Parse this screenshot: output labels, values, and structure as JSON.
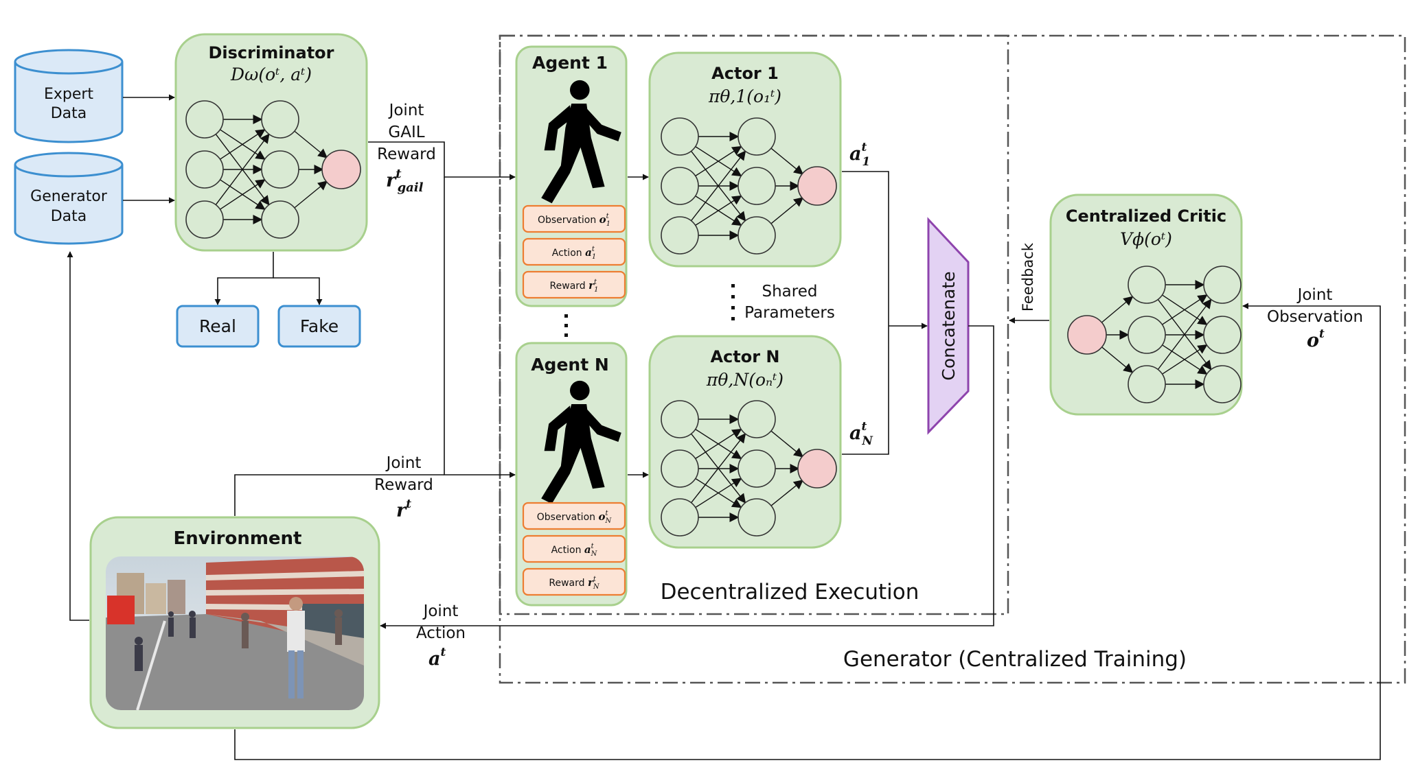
{
  "discriminator": {
    "title": "Discriminator",
    "formula": "Dω(oᵗ, aᵗ)",
    "inputs": [
      "Expert Data",
      "Generator Data"
    ],
    "outputs": [
      "Real",
      "Fake"
    ]
  },
  "expert_data": {
    "line1": "Expert",
    "line2": "Data"
  },
  "generator_data": {
    "line1": "Generator",
    "line2": "Data"
  },
  "real_label": "Real",
  "fake_label": "Fake",
  "gail_reward": {
    "line1": "Joint",
    "line2": "GAIL",
    "line3": "Reward",
    "symbol": "r",
    "sup": "t",
    "sub": "gail"
  },
  "joint_reward": {
    "line1": "Joint",
    "line2": "Reward",
    "symbol": "r",
    "sup": "t"
  },
  "joint_action": {
    "line1": "Joint",
    "line2": "Action",
    "symbol": "a",
    "sup": "t"
  },
  "joint_observation": {
    "line1": "Joint",
    "line2": "Observation",
    "symbol": "o",
    "sup": "t"
  },
  "environment": {
    "title": "Environment"
  },
  "agent1": {
    "title": "Agent 1",
    "fields": [
      {
        "label": "Observation",
        "sym": "o",
        "sup": "t",
        "sub": "1"
      },
      {
        "label": "Action",
        "sym": "a",
        "sup": "t",
        "sub": "1"
      },
      {
        "label": "Reward",
        "sym": "r",
        "sup": "t",
        "sub": "1"
      }
    ]
  },
  "agentN": {
    "title": "Agent N",
    "fields": [
      {
        "label": "Observation",
        "sym": "o",
        "sup": "t",
        "sub": "N"
      },
      {
        "label": "Action",
        "sym": "a",
        "sup": "t",
        "sub": "N"
      },
      {
        "label": "Reward",
        "sym": "r",
        "sup": "t",
        "sub": "N"
      }
    ]
  },
  "actor1": {
    "title": "Actor 1",
    "formula": "πθ,1(o₁ᵗ)",
    "output": {
      "sym": "a",
      "sup": "t",
      "sub": "1"
    }
  },
  "actorN": {
    "title": "Actor N",
    "formula": "πθ,N(oₙᵗ)",
    "output": {
      "sym": "a",
      "sup": "t",
      "sub": "N"
    }
  },
  "shared_parameters": {
    "line1": "Shared",
    "line2": "Parameters"
  },
  "concatenate": "Concatenate",
  "critic": {
    "title": "Centralized Critic",
    "formula": "Vϕ(oᵗ)"
  },
  "feedback": "Feedback",
  "decentralized_execution": "Decentralized Execution",
  "generator_training": "Generator (Centralized Training)",
  "colors": {
    "node_fill": "#d9ead3",
    "node_stroke": "#a8d08d",
    "neuron_fill": "#d9ead3",
    "output_neuron": "#f4cccc",
    "db_fill": "#dbe9f7",
    "db_stroke": "#3c8fd0",
    "field_fill": "#fce4d6",
    "field_stroke": "#ed7d31",
    "concat_fill": "#e3d2f3",
    "concat_stroke": "#8e44ad"
  },
  "icons": [
    "walking-person-icon",
    "database-icon",
    "street-scene-image"
  ]
}
